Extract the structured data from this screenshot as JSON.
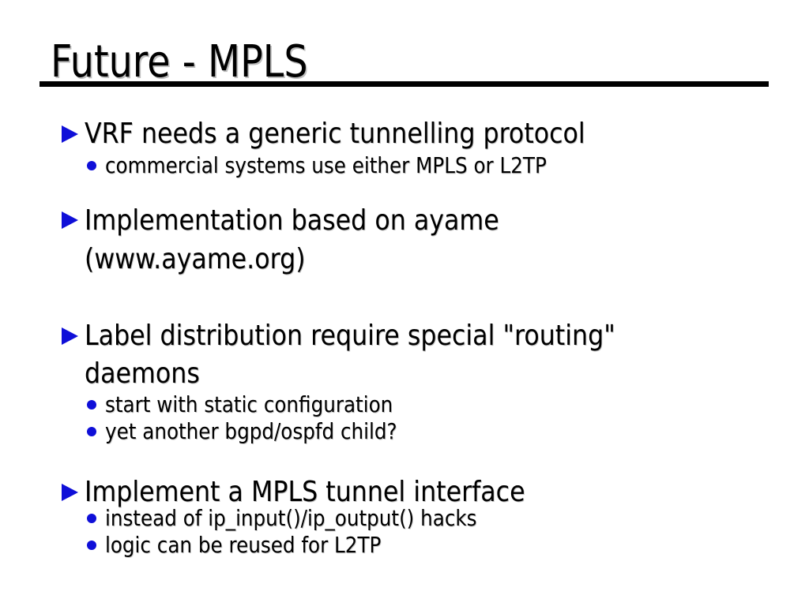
{
  "slide": {
    "title": "Future - MPLS",
    "colors": {
      "background": "#ffffff",
      "text": "#000000",
      "title_rule": "#000000",
      "bullet_blue": "#0f0fd8"
    },
    "bullets": [
      {
        "lines": [
          "VRF needs a generic tunnelling protocol"
        ],
        "subs": [
          "commercial systems use either MPLS or L2TP"
        ]
      },
      {
        "lines": [
          "Implementation based on ayame",
          "(www.ayame.org)"
        ],
        "subs": []
      },
      {
        "lines": [
          "Label distribution require special \"routing\"",
          "daemons"
        ],
        "subs": [
          "start with static configuration",
          "yet another bgpd/ospfd child?"
        ]
      },
      {
        "lines": [
          "Implement a MPLS tunnel interface"
        ],
        "subs": [
          "instead of ip_input()/ip_output() hacks",
          "logic can be reused for L2TP"
        ]
      }
    ]
  }
}
